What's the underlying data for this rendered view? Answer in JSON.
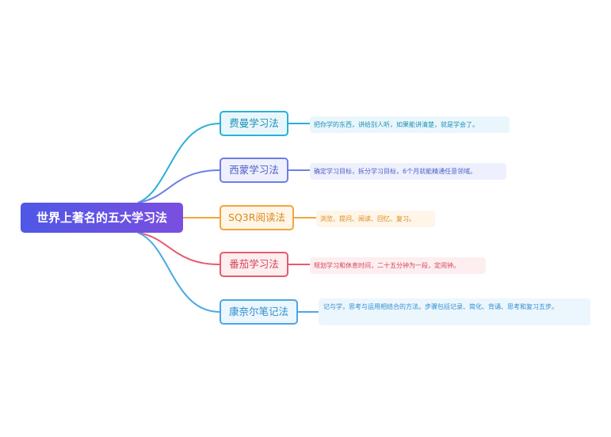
{
  "root": {
    "label": "世界上著名的五大学习法",
    "color": "#5a55e4"
  },
  "branches": [
    {
      "label": "费曼学习法",
      "description": "把你学的东西，讲给别人听，如果能讲清楚，就是学会了。",
      "color": "#2ab0d8"
    },
    {
      "label": "西蒙学习法",
      "description": "确定学习目标，拆分学习目标，6个月就能精通任意领域。",
      "color": "#6e7fe4"
    },
    {
      "label": "SQ3R阅读法",
      "description": "浏览、提问、阅读、回忆、复习。",
      "color": "#f2a53a"
    },
    {
      "label": "番茄学习法",
      "description": "规划学习和休息时间，二十五分钟为一段，定闹钟。",
      "color": "#e85a6e"
    },
    {
      "label": "康奈尔笔记法",
      "description": "记与学，思考与运用相结合的方法。步骤包括记录、简化、背诵、思考和复习五步。",
      "color": "#4aa8e6"
    }
  ]
}
